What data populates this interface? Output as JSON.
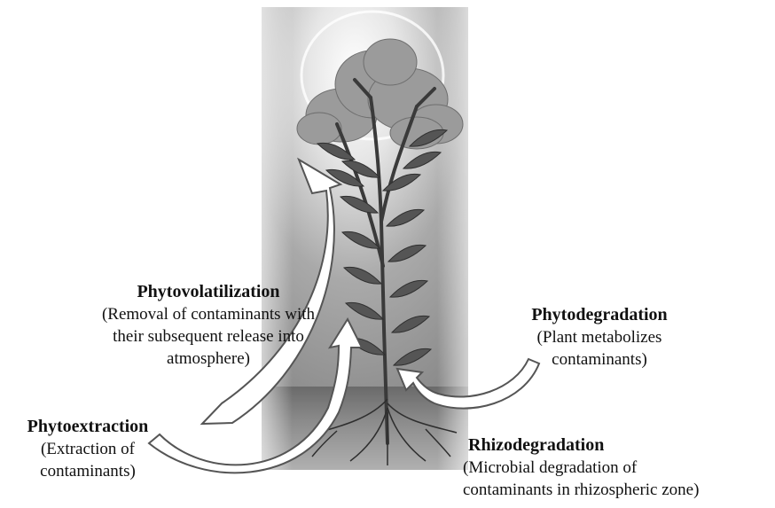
{
  "labels": {
    "phytovolatilization": {
      "title": "Phytovolatilization",
      "desc_lines": [
        "(Removal of contaminants with",
        "their subsequent release into",
        "atmosphere)"
      ]
    },
    "phytoextraction": {
      "title": "Phytoextraction",
      "desc_lines": [
        "(Extraction of",
        "contaminants)"
      ]
    },
    "phytodegradation": {
      "title": "Phytodegradation",
      "desc_lines": [
        "(Plant metabolizes",
        "contaminants)"
      ]
    },
    "rhizodegradation": {
      "title": "Rhizodegradation",
      "desc_lines": [
        "(Microbial degradation of",
        "contaminants in rhizospheric zone)"
      ]
    }
  },
  "colors": {
    "arrow_fill": "#ffffff",
    "arrow_stroke": "#555555",
    "soil": "#7a7a7a",
    "sky_light": "#f2f2f2",
    "sky_dark": "#8a8a8a",
    "foliage": "#4d4d4d",
    "canopy": "#9a9a9a"
  }
}
